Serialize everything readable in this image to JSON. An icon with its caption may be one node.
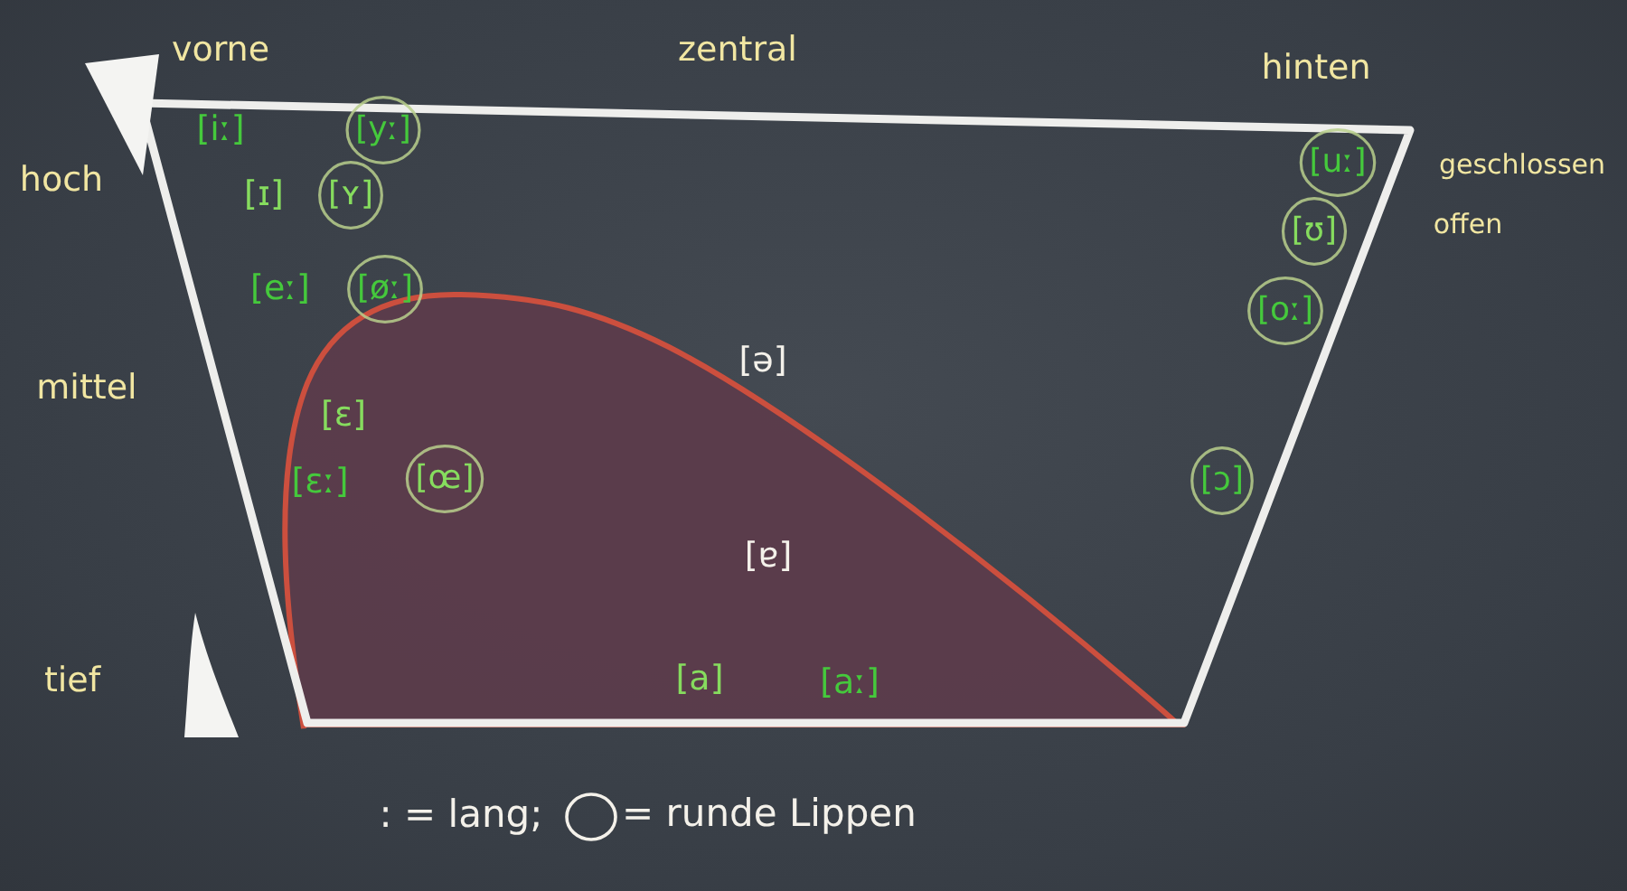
{
  "diagram": {
    "nodes": [
      {
        "text": [
          "[yː]"
        ]
      },
      {
        "text": [
          "[uː]"
        ]
      },
      {
        "text": [
          "[ʏ]"
        ]
      },
      {
        "text": [
          "[ʊ]"
        ]
      },
      {
        "text": [
          "[øː]"
        ]
      },
      {
        "text": [
          "[oː]"
        ]
      },
      {
        "text": [
          "[œ]"
        ]
      },
      {
        "text": [
          "[ɔ]"
        ]
      }
    ],
    "labels": [
      "vorne",
      "zentral",
      "hinten",
      "hoch",
      "[iː]",
      "[ɪ]",
      "geschlossen",
      "offen",
      "[eː]",
      "[ə]",
      "mittel",
      "[ɛ]",
      "[ɛː]",
      "[ɐ]",
      "tief",
      "[a]",
      "[aː]",
      ": = lang;"
    ],
    "legend": [
      {
        "text": "= runde Lippen"
      }
    ]
  }
}
